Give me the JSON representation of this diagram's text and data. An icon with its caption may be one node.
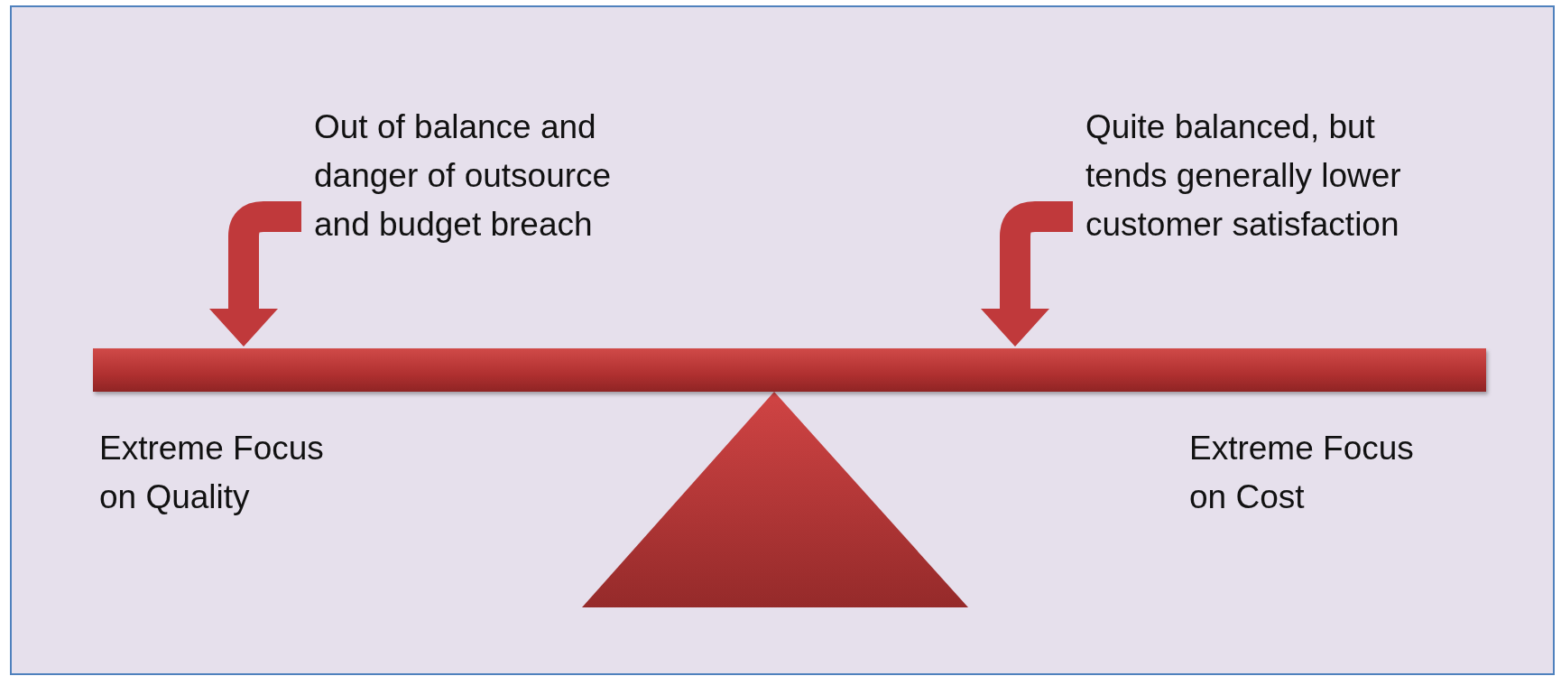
{
  "diagram": {
    "nodes": [
      {
        "text": [
          "Out of balance and danger of outsource and budget breach"
        ]
      },
      {
        "text": [
          "Quite balanced, but tends generally lower customer satisfaction"
        ]
      },
      {
        "text": [],
        "shape": "bar"
      },
      {
        "text": [],
        "shape": "triangle"
      }
    ],
    "edges": [
      {
        "from": 0,
        "to": 2,
        "arrow": "to"
      },
      {
        "from": 1,
        "to": 2,
        "arrow": "to"
      }
    ],
    "labels": [
      "Extreme Focus on Quality",
      "Extreme Focus on Cost"
    ]
  }
}
